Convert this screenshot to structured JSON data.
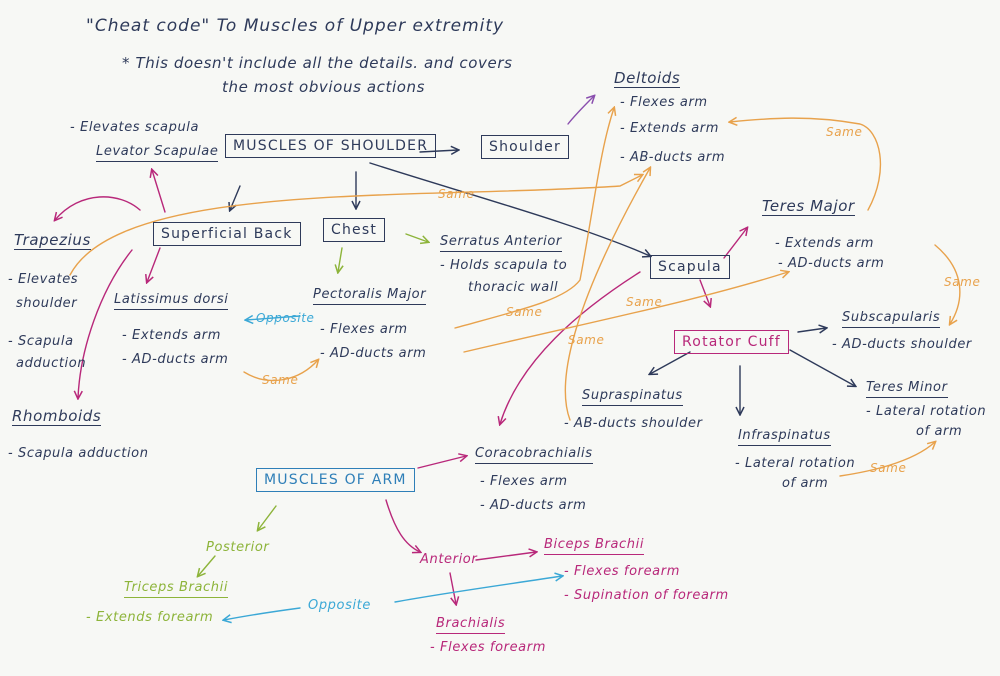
{
  "header": {
    "title": "\"Cheat code\" To Muscles of Upper extremity",
    "note_line1": "* This doesn't include all the details. and covers",
    "note_line2": "the most obvious actions"
  },
  "boxes": {
    "shoulder_muscles": "MUSCLES OF SHOULDER",
    "shoulder": "Shoulder",
    "superficial_back": "Superficial Back",
    "chest": "Chest",
    "scapula": "Scapula",
    "rotator_cuff": "Rotator Cuff",
    "arm_muscles": "MUSCLES OF ARM"
  },
  "muscles": {
    "levator_scapulae": {
      "name": "Levator Scapulae",
      "actions": [
        "- Elevates scapula"
      ]
    },
    "trapezius": {
      "name": "Trapezius",
      "actions": [
        "- Elevates",
        "shoulder",
        "- Scapula",
        "adduction"
      ]
    },
    "rhomboids": {
      "name": "Rhomboids",
      "actions": [
        "- Scapula adduction"
      ]
    },
    "latissimus": {
      "name": "Latissimus dorsi",
      "actions": [
        "- Extends arm",
        "- AD-ducts arm"
      ]
    },
    "pectoralis": {
      "name": "Pectoralis Major",
      "actions": [
        "- Flexes arm",
        "- AD-ducts arm"
      ]
    },
    "serratus": {
      "name": "Serratus Anterior",
      "actions": [
        "- Holds scapula to",
        "thoracic wall"
      ]
    },
    "deltoids": {
      "name": "Deltoids",
      "actions": [
        "- Flexes arm",
        "- Extends arm",
        "- AB-ducts arm"
      ]
    },
    "teres_major": {
      "name": "Teres Major",
      "actions": [
        "- Extends arm",
        "- AD-ducts arm"
      ]
    },
    "subscapularis": {
      "name": "Subscapularis",
      "actions": [
        "- AD-ducts shoulder"
      ]
    },
    "supraspinatus": {
      "name": "Supraspinatus",
      "actions": [
        "- AB-ducts shoulder"
      ]
    },
    "infraspinatus": {
      "name": "Infraspinatus",
      "actions": [
        "- Lateral rotation",
        "of arm"
      ]
    },
    "teres_minor": {
      "name": "Teres Minor",
      "actions": [
        "- Lateral rotation",
        "of arm"
      ]
    },
    "coracobrachialis": {
      "name": "Coracobrachialis",
      "actions": [
        "- Flexes arm",
        "- AD-ducts arm"
      ]
    },
    "triceps": {
      "name": "Triceps Brachii",
      "actions": [
        "- Extends forearm"
      ]
    },
    "biceps": {
      "name": "Biceps Brachii",
      "actions": [
        "- Flexes forearm",
        "- Supination of forearm"
      ]
    },
    "brachialis": {
      "name": "Brachialis",
      "actions": [
        "- Flexes forearm"
      ]
    }
  },
  "groups": {
    "posterior": "Posterior",
    "anterior": "Anterior"
  },
  "relations": {
    "same": "Same",
    "opposite_pec_lat": "Opposite",
    "same_pec_lat": "Same",
    "same_deltoid_teres": "Same",
    "same_teres_sub": "Same",
    "same_serratus": "Same",
    "same_rotator": "Same",
    "same_supra": "Same",
    "same_infra_minor": "Same",
    "opposite_arm": "Opposite"
  },
  "colors": {
    "navy": "#2e3a5a",
    "orange": "#e8a24c",
    "magenta": "#b8287a",
    "blue": "#2f7fb8",
    "green": "#8db43a",
    "cyan": "#3ba8d6"
  }
}
